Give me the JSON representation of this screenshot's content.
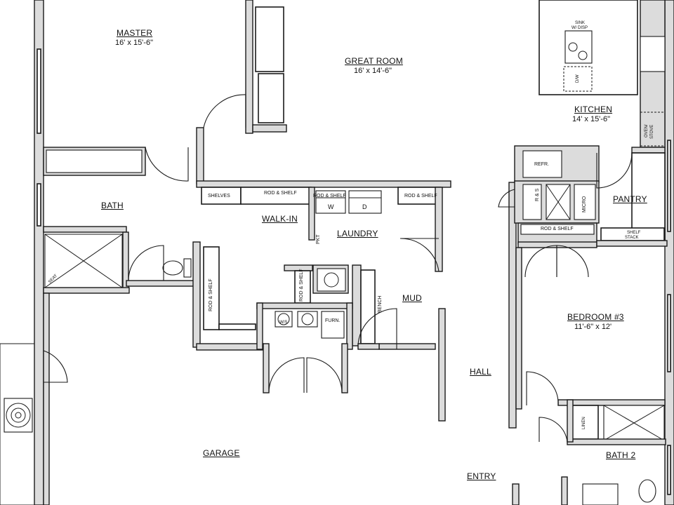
{
  "rooms": {
    "master": {
      "name": "MASTER",
      "dim": "16' x 15'-6\""
    },
    "great_room": {
      "name": "GREAT ROOM",
      "dim": "16' x 14'-6\""
    },
    "kitchen": {
      "name": "KITCHEN",
      "dim": "14' x 15'-6\""
    },
    "bath": {
      "name": "BATH"
    },
    "walk_in": {
      "name": "WALK-IN"
    },
    "laundry": {
      "name": "LAUNDRY"
    },
    "pantry": {
      "name": "PANTRY"
    },
    "mud": {
      "name": "MUD"
    },
    "bedroom3": {
      "name": "BEDROOM #3",
      "dim": "11'-6\" x 12'"
    },
    "hall": {
      "name": "HALL"
    },
    "garage": {
      "name": "GARAGE"
    },
    "bath2": {
      "name": "BATH 2"
    },
    "entry": {
      "name": "ENTRY"
    }
  },
  "fixtures": {
    "shelves": "SHELVES",
    "rod_shelf": "ROD & SHELF",
    "washer": "W",
    "dryer": "D",
    "pkt": "PKT",
    "bench": "BENCH",
    "ws": "W/S",
    "furn": "FURN.",
    "refr": "REFR.",
    "rs": "R & S",
    "micro": "MICRO",
    "shelf_stack_1": "SHELF",
    "shelf_stack_2": "STACK",
    "sink_1": "SINK",
    "sink_2": "W/ DISP",
    "dw": "D/W",
    "oven_1": "OVEN/",
    "oven_2": "STOVE",
    "linen": "LINEN",
    "seat": "SEAT"
  }
}
